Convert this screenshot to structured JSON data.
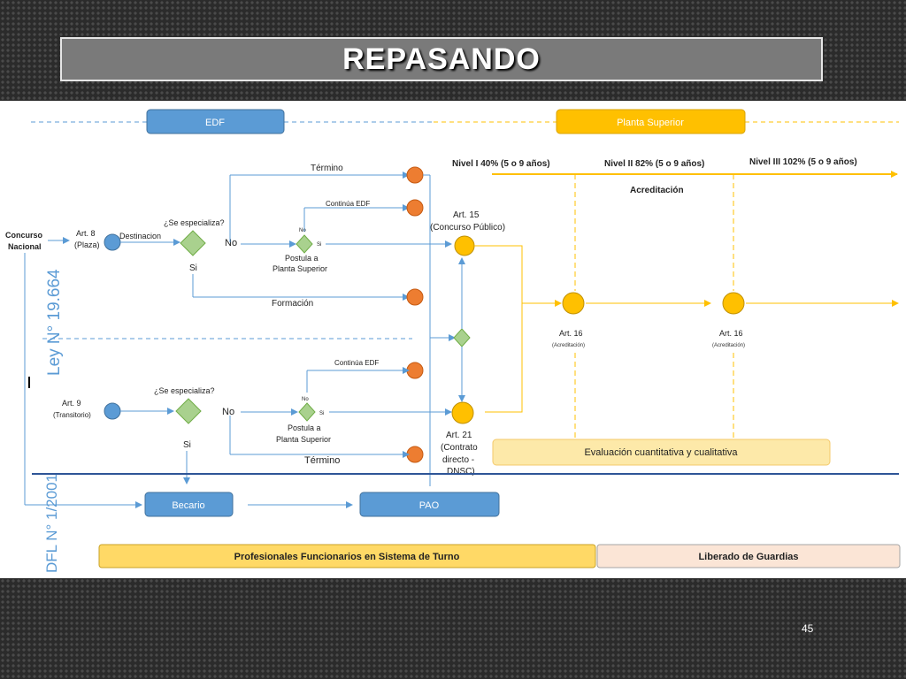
{
  "title": "REPASANDO",
  "page_number": "45",
  "colors": {
    "blue": "#5b9bd5",
    "orange": "#ed7d31",
    "yellow": "#ffc000",
    "green": "#a9d18e",
    "light_yellow": "#fde9a9",
    "peach": "#fbe5d6"
  },
  "labels": {
    "edf": "EDF",
    "planta_superior": "Planta Superior",
    "nivel1": "Nivel I 40% (5 o 9 años)",
    "nivel2": "Nivel II 82% (5 o 9 años)",
    "nivel3": "Nivel III 102% (5 o 9 años)",
    "acreditacion": "Acreditación",
    "concurso_line1": "Concurso",
    "concurso_line2": "Nacional",
    "art8_line1": "Art. 8",
    "art8_line2": "(Plaza)",
    "destinacion": "Destinacion",
    "se_especializa_top": "¿Se especializa?",
    "no_top": "No",
    "si_top": "Si",
    "termino_top": "Término",
    "continua_edf_top": "Continúa EDF",
    "no_small_top": "No",
    "si_small_top": "Si",
    "postula_top_line1": "Postula a",
    "postula_top_line2": "Planta Superior",
    "formacion": "Formación",
    "art15_line1": "Art. 15",
    "art15_line2": "(Concurso Público)",
    "art16a_line1": "Art. 16",
    "art16a_line2": "(Acreditación)",
    "art16b_line1": "Art. 16",
    "art16b_line2": "(Acreditación)",
    "ley": "Ley N° 19.664",
    "art9_line1": "Art. 9",
    "art9_line2": "(Transitorio)",
    "se_especializa_bottom": "¿Se especializa?",
    "no_bottom": "No",
    "si_bottom": "Si",
    "continua_edf_bottom": "Continúa EDF",
    "no_small_bottom": "No",
    "si_small_bottom": "Si",
    "postula_bottom_line1": "Postula a",
    "postula_bottom_line2": "Planta Superior",
    "termino_bottom": "Término",
    "art21_line1": "Art. 21",
    "art21_line2": "(Contrato",
    "art21_line3": "directo -",
    "art21_line4": "DNSC)",
    "evaluacion": "Evaluación cuantitativa y cualitativa",
    "dfl": "DFL N° 1/2001",
    "becario": "Becario",
    "pao": "PAO",
    "profesionales": "Profesionales Funcionarios en Sistema de Turno",
    "liberado": "Liberado de Guardias"
  }
}
